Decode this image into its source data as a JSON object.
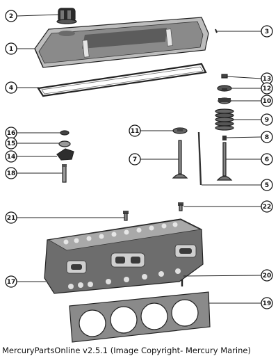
{
  "callouts": {
    "c1": "1",
    "c2": "2",
    "c3": "3",
    "c4": "4",
    "c5": "5",
    "c6": "6",
    "c7": "7",
    "c8": "8",
    "c9": "9",
    "c10": "10",
    "c11": "11",
    "c12": "12",
    "c13": "13",
    "c14": "14",
    "c15": "15",
    "c16": "16",
    "c17": "17",
    "c18": "18",
    "c19": "19",
    "c20": "20",
    "c21": "21",
    "c22": "22"
  },
  "footer": {
    "text": "MercuryPartsOnline v2.5.1 (Image Copyright- Mercury Marine)"
  }
}
